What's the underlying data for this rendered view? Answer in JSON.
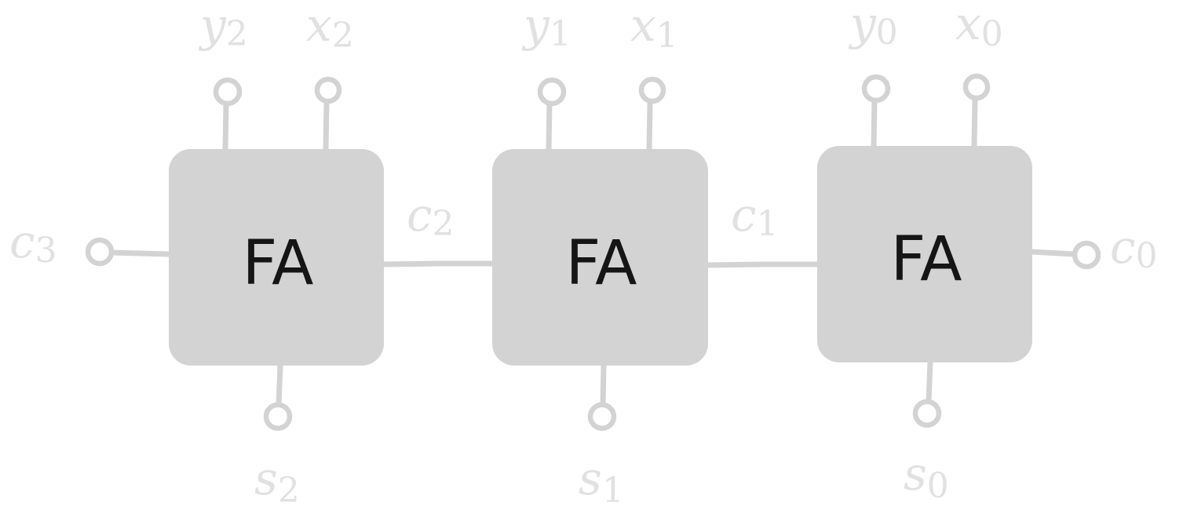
{
  "colors": {
    "box_fill": "#d3d3d3",
    "wire": "#d3d3d3",
    "label_text": "#e1e1e1",
    "box_text": "#151515"
  },
  "adders": [
    {
      "label": "FA",
      "inputs": [
        {
          "var": "y",
          "sub": "2"
        },
        {
          "var": "x",
          "sub": "2"
        }
      ],
      "sum": {
        "var": "s",
        "sub": "2"
      }
    },
    {
      "label": "FA",
      "inputs": [
        {
          "var": "y",
          "sub": "1"
        },
        {
          "var": "x",
          "sub": "1"
        }
      ],
      "sum": {
        "var": "s",
        "sub": "1"
      }
    },
    {
      "label": "FA",
      "inputs": [
        {
          "var": "y",
          "sub": "0"
        },
        {
          "var": "x",
          "sub": "0"
        }
      ],
      "sum": {
        "var": "s",
        "sub": "0"
      }
    }
  ],
  "carries": [
    {
      "var": "c",
      "sub": "3"
    },
    {
      "var": "c",
      "sub": "2"
    },
    {
      "var": "c",
      "sub": "1"
    },
    {
      "var": "c",
      "sub": "0"
    }
  ]
}
